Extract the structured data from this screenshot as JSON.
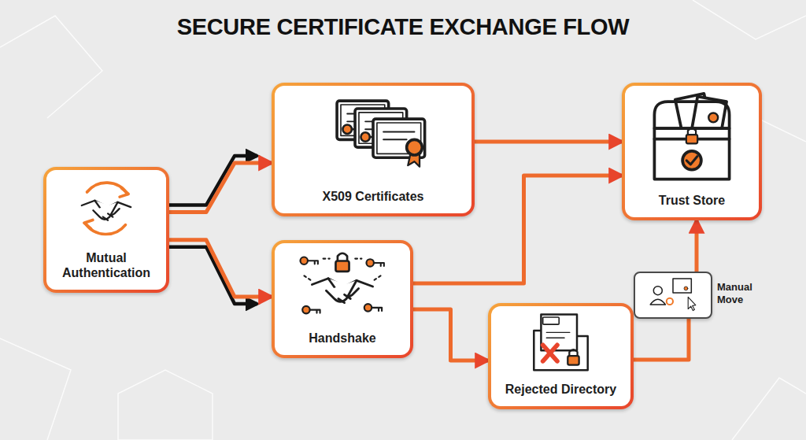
{
  "diagram": {
    "title": "SECURE CERTIFICATE EXCHANGE FLOW",
    "nodes": [
      {
        "text": [
          "Mutual Authentication"
        ]
      },
      {
        "text": [
          "X509 Certificates"
        ]
      },
      {
        "text": [
          "Handshake"
        ]
      },
      {
        "text": [
          "Trust Store"
        ]
      },
      {
        "text": [
          "Rejected Directory"
        ]
      },
      {
        "text": [
          "Manual Move"
        ]
      }
    ],
    "edges": [
      {
        "from": 0,
        "to": 1,
        "arrow": "to"
      },
      {
        "from": 0,
        "to": 2,
        "arrow": "to"
      },
      {
        "from": 1,
        "to": 3,
        "arrow": "to"
      },
      {
        "from": 2,
        "to": 3,
        "arrow": "to"
      },
      {
        "from": 2,
        "to": 4,
        "arrow": "to"
      },
      {
        "from": 4,
        "to": 5,
        "arrow": "none"
      },
      {
        "from": 5,
        "to": 3,
        "arrow": "to"
      }
    ]
  }
}
